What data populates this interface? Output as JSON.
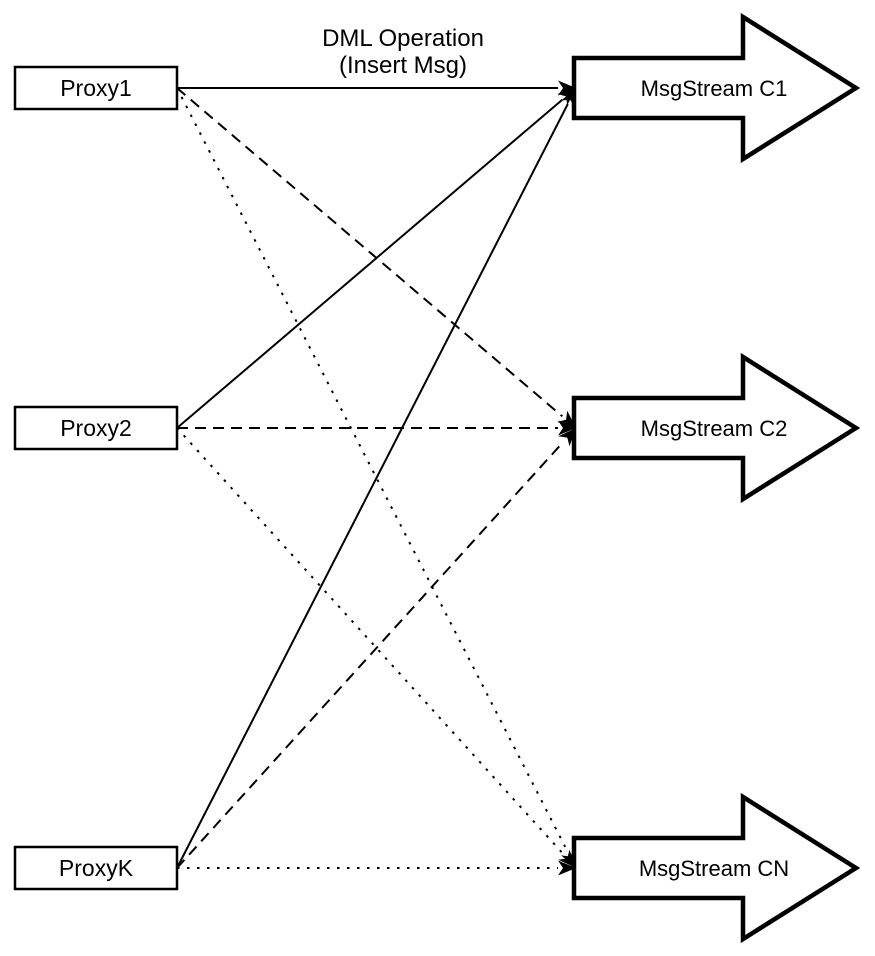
{
  "diagram": {
    "background_color": "#ffffff",
    "ink_color": "#000000",
    "edge_label": {
      "line1": "DML Operation",
      "line2": "(Insert Msg)"
    },
    "proxies": [
      {
        "id": "proxy1",
        "label": "Proxy1"
      },
      {
        "id": "proxy2",
        "label": "Proxy2"
      },
      {
        "id": "proxyk",
        "label": "ProxyK"
      }
    ],
    "streams": [
      {
        "id": "c1",
        "label": "MsgStream C1"
      },
      {
        "id": "c2",
        "label": "MsgStream C2"
      },
      {
        "id": "cn",
        "label": "MsgStream CN"
      }
    ],
    "edges": [
      {
        "from": "proxy1",
        "to": "c1",
        "style": "solid"
      },
      {
        "from": "proxy1",
        "to": "c2",
        "style": "dashed"
      },
      {
        "from": "proxy1",
        "to": "cn",
        "style": "dotted"
      },
      {
        "from": "proxy2",
        "to": "c1",
        "style": "solid"
      },
      {
        "from": "proxy2",
        "to": "c2",
        "style": "dashed"
      },
      {
        "from": "proxy2",
        "to": "cn",
        "style": "dotted"
      },
      {
        "from": "proxyk",
        "to": "c1",
        "style": "solid"
      },
      {
        "from": "proxyk",
        "to": "c2",
        "style": "dashed"
      },
      {
        "from": "proxyk",
        "to": "cn",
        "style": "dotted"
      }
    ]
  }
}
